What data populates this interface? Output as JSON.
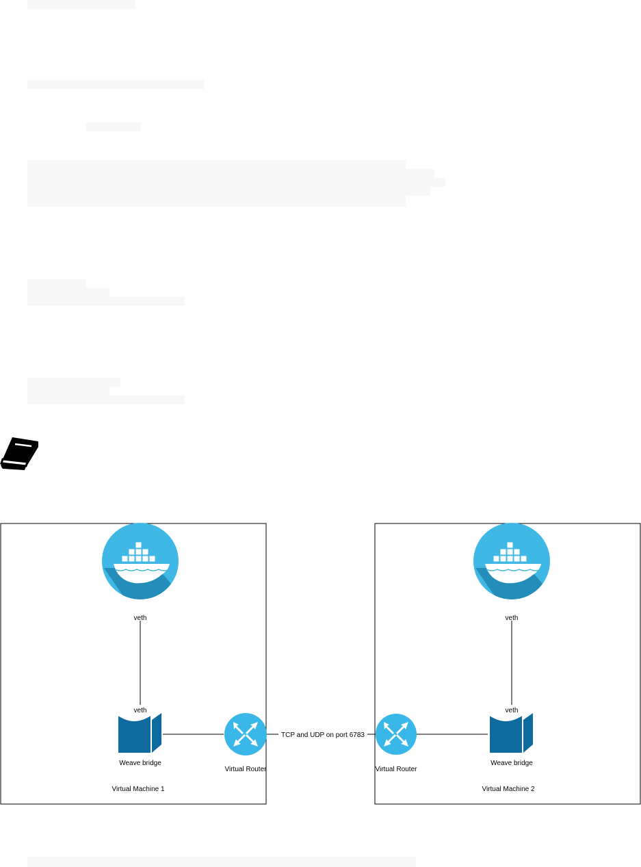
{
  "icons": {
    "book": "book-icon",
    "container": "docker-container-icon",
    "bridge": "weave-bridge-icon",
    "router": "virtual-router-icon"
  },
  "colors": {
    "docker_blue": "#3fb8e6",
    "docker_dark": "#0e6a94",
    "bridge_blue": "#0f6aa0",
    "router_blue": "#38b7e8",
    "text_placeholder_bg": "#f7f7f7"
  },
  "diagram": {
    "vm1": {
      "title": "Virtual Machine 1",
      "container_interface": "veth",
      "bridge_interface": "veth",
      "bridge_label": "Weave bridge",
      "router_label": "Virtual Router"
    },
    "vm2": {
      "title": "Virtual Machine 2",
      "container_interface": "veth",
      "bridge_interface": "veth",
      "bridge_label": "Weave bridge",
      "router_label": "Virtual Router"
    },
    "link_label": "TCP and UDP on port 6783"
  }
}
